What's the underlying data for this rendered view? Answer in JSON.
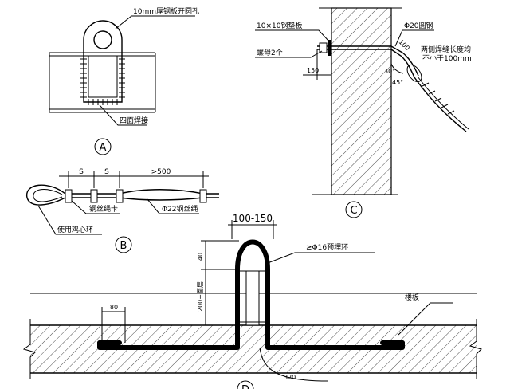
{
  "detail_a": {
    "plate_label": "10mm厚钢板开圆孔",
    "weld_label": "四面焊接",
    "marker": "A"
  },
  "detail_b": {
    "dim_s1": "S",
    "dim_s2": "S",
    "dim_long": ">500",
    "clip_label": "钢丝绳卡",
    "rope_label": "Φ22钢丝绳",
    "ring_label": "使用鸡心环",
    "marker": "B"
  },
  "detail_c": {
    "pad_label": "10×10钢垫板",
    "nut_label": "螺母2个",
    "bar_label": "Φ20圆钢",
    "weld_note_line1": "两侧焊缝长度均",
    "weld_note_line2": "不小于100mm",
    "dim_150": "150",
    "dim_100": "100",
    "angle_30": "30°",
    "angle_45": "45°",
    "marker": "C"
  },
  "detail_d": {
    "width_dim": "100-150",
    "ring_label": "≥Φ16预埋环",
    "dim_40": "40",
    "height_dim": "200+面层",
    "dim_80": "80",
    "slab_label": "楼板",
    "dim_320": "320",
    "marker": "D"
  }
}
